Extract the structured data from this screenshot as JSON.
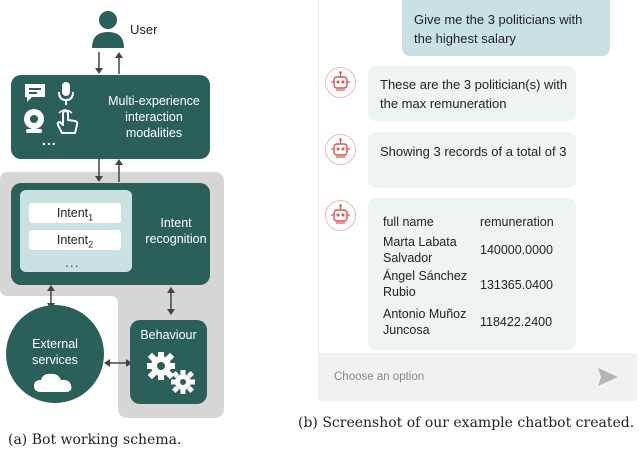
{
  "schema": {
    "user_label": "User",
    "modalities_label": "Multi-experience interaction modalities",
    "modalities_lines": [
      "Multi-experience",
      "interaction",
      "modalities"
    ],
    "modalities_dots": "...",
    "intent1": "Intent",
    "intent1_sub": "1",
    "intent2": "Intent",
    "intent2_sub": "2",
    "intent_dots": "...",
    "intent_recognition_lines": [
      "Intent",
      "recognition"
    ],
    "behaviour_label": "Behaviour",
    "external_lines": [
      "External",
      "services"
    ],
    "caption": "(a) Bot working schema."
  },
  "chat": {
    "user_message": "Give me the 3 politicians with the highest salary",
    "bot_message_1": "These are the 3 politician(s) with the max remuneration",
    "bot_message_2": "Showing 3 records of a total of 3",
    "table": {
      "headers": [
        "full name",
        "remuneration"
      ],
      "rows": [
        {
          "name": "Marta Labata Salvador",
          "value": "140000.0000"
        },
        {
          "name": "Ángel Sánchez Rubio",
          "value": "131365.0400"
        },
        {
          "name": "Antonio Muñoz Juncosa",
          "value": "118422.2400"
        }
      ]
    },
    "input_placeholder": "Choose an option",
    "caption": "(b) Screenshot of our example chatbot created."
  },
  "colors": {
    "accent": "#2b5f59",
    "panel_grey": "#d6d6d6",
    "user_bubble": "#c9e1e3",
    "bot_bubble": "#eef3f4",
    "robot_red": "#d9534f"
  }
}
